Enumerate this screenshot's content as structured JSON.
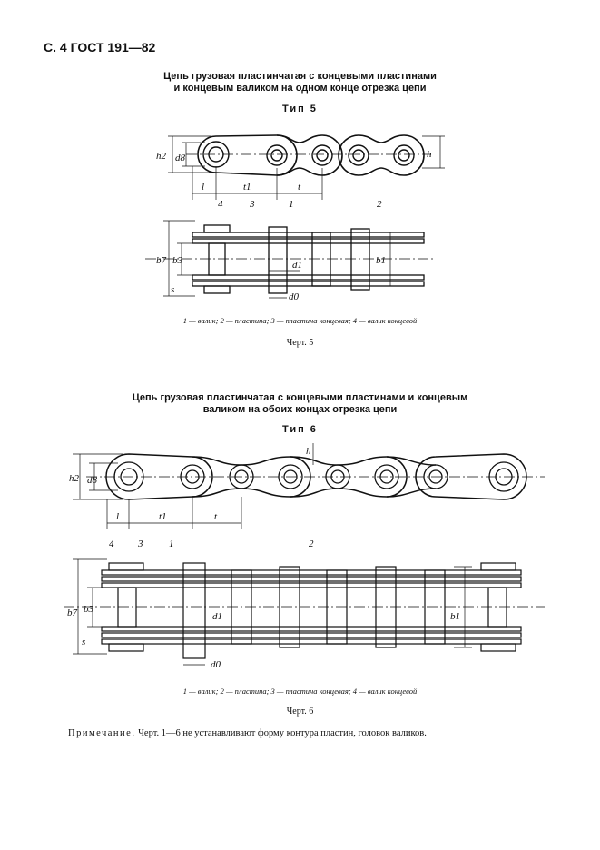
{
  "header": {
    "page": "С. 4 ГОСТ 191—82"
  },
  "section5": {
    "title_line1": "Цепь грузовая пластинчатая с концевыми пластинами",
    "title_line2": "и концевым валиком на одном конце отрезка цепи",
    "type_label": "Тип 5",
    "legend": "1 — валик; 2 — пластина; 3 — пластина концевая; 4 — валик концевой",
    "caption": "Черт. 5",
    "dims": {
      "h2": "h2",
      "d8": "d8",
      "h": "h",
      "l": "l",
      "t1": "t1",
      "t": "t",
      "b7": "b7",
      "b3": "b3",
      "s": "s",
      "d1": "d1",
      "d0": "d0",
      "b1": "b1",
      "n1": "1",
      "n2": "2",
      "n3": "3",
      "n4": "4"
    }
  },
  "section6": {
    "title_line1": "Цепь грузовая пластинчатая с концевыми пластинами и концевым",
    "title_line2": "валиком на обоих концах отрезка цепи",
    "type_label": "Тип 6",
    "legend": "1 — валик; 2 — пластина; 3 — пластина концевая; 4 — валик концевой",
    "caption": "Черт. 6",
    "dims": {
      "h2": "h2",
      "d8": "d8",
      "h": "h",
      "l": "l",
      "t1": "t1",
      "t": "t",
      "b7": "b7",
      "b3": "b3",
      "s": "s",
      "d1": "d1",
      "d0": "d0",
      "b1": "b1",
      "n1": "1",
      "n2": "2",
      "n3": "3",
      "n4": "4"
    }
  },
  "note": {
    "prefix": "Примечание.",
    "text": " Черт. 1—6 не устанавливают форму контура пластин, головок валиков."
  }
}
